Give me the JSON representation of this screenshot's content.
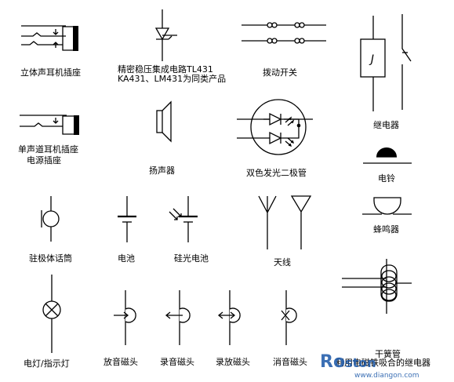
{
  "labels": {
    "stereo_jack": "立体声耳机插座",
    "precision_regulator_1": "精密稳压集成电路TL431",
    "precision_regulator_2": "KA431、LM431为同类产品",
    "toggle_switch": "拨动开关",
    "relay": "继电器",
    "mono_jack_1": "单声道耳机插座",
    "mono_jack_2": "电源插座",
    "speaker": "扬声器",
    "bicolor_led": "双色发光二极管",
    "bell": "电铃",
    "buzzer": "蜂鸣器",
    "electret_mic": "驻极体话筒",
    "battery": "电池",
    "solar_cell": "硅光电池",
    "antenna": "天线",
    "reed_switch_1": "干簧管",
    "reed_switch_2": "利用电磁铁吸合的继电器",
    "lamp": "电灯/指示灯",
    "playback_head": "放音磁头",
    "record_head": "录音磁头",
    "record_playback_head": "录放磁头",
    "erase_head": "消音磁头",
    "relay_symbol_letter": "J"
  },
  "watermark": {
    "brand": "Ro",
    "brand_rest": "ston",
    "url": "www.diangon.com"
  }
}
